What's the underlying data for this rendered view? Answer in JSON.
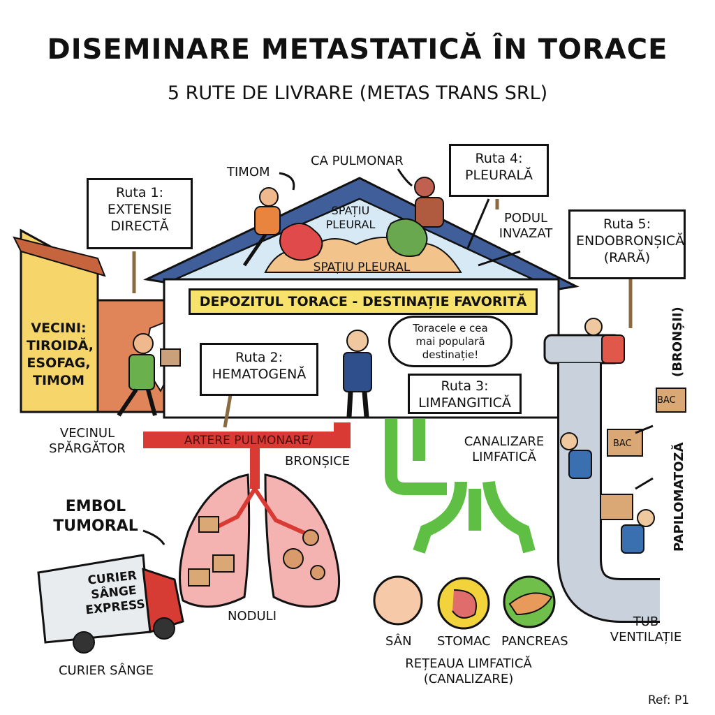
{
  "title": "DISEMINARE METASTATICĂ ÎN TORACE",
  "subtitle": "5 RUTE DE LIVRARE (METAS TRANS SRL)",
  "routes": [
    {
      "line1": "Ruta 1:",
      "line2": "EXTENSIE",
      "line3": "DIRECTĂ"
    },
    {
      "line1": "Ruta 2:",
      "line2": "HEMATOGENĂ"
    },
    {
      "line1": "Ruta 3:",
      "line2": "LIMFANGITICĂ"
    },
    {
      "line1": "Ruta 4:",
      "line2": "PLEURALĂ"
    },
    {
      "line1": "Ruta 5:",
      "line2": "ENDOBRONȘICĂ",
      "line3": "(RARĂ)"
    }
  ],
  "labels": {
    "timom": "TIMOM",
    "ca_pulmonar": "CA PULMONAR",
    "spatiu_pleural_roof_1": "SPAȚIU",
    "spatiu_pleural_roof_2": "PLEURAL",
    "spatiu_pleural_attic": "SPAȚIU PLEURAL",
    "podul_1": "PODUL",
    "podul_2": "INVAZAT",
    "banner": "DEPOZITUL TORACE - DESTINAȚIE FAVORITĂ",
    "bubble_1": "Toracele e cea",
    "bubble_2": "mai populară",
    "bubble_3": "destinație!",
    "vecini_1": "VECINI:",
    "vecini_2": "TIROIDĂ,",
    "vecini_3": "ESOFAG,",
    "vecini_4": "TIMOM",
    "vecinul_1": "VECINUL",
    "vecinul_2": "SPĂRGĂTOR",
    "artere": "ARTERE PULMONARE/",
    "bronsice": "BRONȘICE",
    "canalizare_1": "CANALIZARE",
    "canalizare_2": "LIMFATICĂ",
    "embol_1": "EMBOL",
    "embol_2": "TUMORAL",
    "truck_1": "CURIER",
    "truck_2": "SÂNGE",
    "truck_3": "EXPRESS",
    "curier": "CURIER SÂNGE",
    "noduli": "NODULI",
    "san": "SÂN",
    "stomac": "STOMAC",
    "pancreas": "PANCREAS",
    "reteaua_1": "REȚEAUA LIMFATICĂ",
    "reteaua_2": "(CANALIZARE)",
    "bronsii": "(BRONȘII)",
    "papilomatoza": "PAPILOMATOZĂ",
    "bac": "BAC",
    "tub_1": "TUB",
    "tub_2": "VENTILAȚIE",
    "ref": "Ref: P1"
  },
  "colors": {
    "roof": "#3f5e9a",
    "pleural_cloud": "#f2c48c",
    "banner": "#f7e36b",
    "artery": "#d93a34",
    "lymph": "#5fbf45",
    "lung": "#f4b2b0",
    "vent_tube": "#c9d2dc",
    "neighbor_house": "#f6d56b"
  }
}
